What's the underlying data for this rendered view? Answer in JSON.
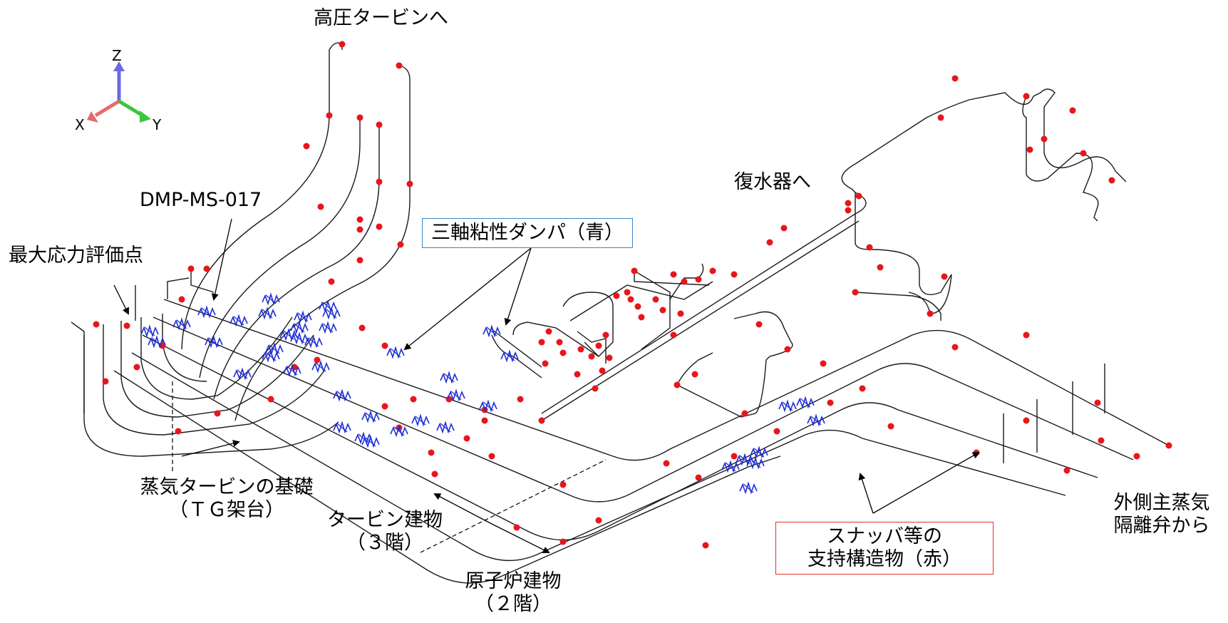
{
  "labels": {
    "to_hp_turbine": "高圧タービンへ",
    "to_condenser": "復水器へ",
    "damper_id": "DMP-MS-017",
    "max_stress_point": "最大応力評価点",
    "triaxial_damper": "三軸粘性ダンパ（青）",
    "turbine_foundation_line1": "蒸気タービンの基礎",
    "turbine_foundation_line2": "（ＴＧ架台）",
    "turbine_building_line1": "タービン建物",
    "turbine_building_line2": "（３階）",
    "reactor_building_line1": "原子炉建物",
    "reactor_building_line2": "（２階）",
    "snubber_line1": "スナッバ等の",
    "snubber_line2": "支持構造物（赤）",
    "outer_msiv_line1": "外側主蒸気",
    "outer_msiv_line2": "隔離弁から"
  },
  "axes": {
    "z": "Z",
    "x": "X",
    "y": "Y"
  },
  "colors": {
    "pipe": "#1a1a1a",
    "support": "#e8161b",
    "damper": "#1f2fd6",
    "box_blue": "#3b86c8",
    "box_red": "#e03030",
    "axis_z": "#6a6ae6",
    "axis_x": "#e86a6a",
    "axis_y": "#3cc43c"
  }
}
